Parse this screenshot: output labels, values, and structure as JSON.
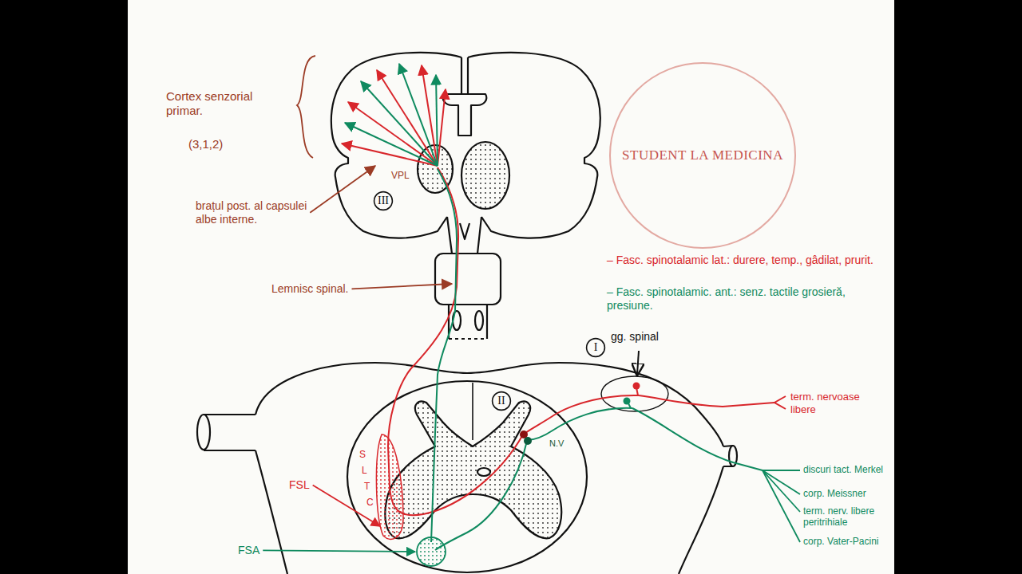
{
  "diagram": {
    "nodes": [
      {
        "text": [
          "STUDENT LA MEDICINA"
        ]
      },
      {
        "text": [
          "III"
        ]
      },
      {
        "text": [
          "I"
        ]
      },
      {
        "text": [
          "II"
        ]
      }
    ],
    "labels": [
      "Cortex senzorial primar.",
      "(3,1,2)",
      "VPL",
      "brațul post. al capsulei albe interne.",
      "Lemnisc spinal.",
      "– Fasc. spinotalamic lat.: durere, temp., gâdilat, prurit.",
      "– Fasc. spinotalamic. ant.: senz. tactile grosieră, presiune.",
      "gg. spinal",
      "N.V",
      "FSL",
      "S",
      "L",
      "T",
      "C",
      "FSA",
      "term. nervoase libere",
      "discuri tact. Merkel",
      "corp. Meissner",
      "term. nerv. libere peritrihiale",
      "corp. Vater-Pacini"
    ]
  }
}
